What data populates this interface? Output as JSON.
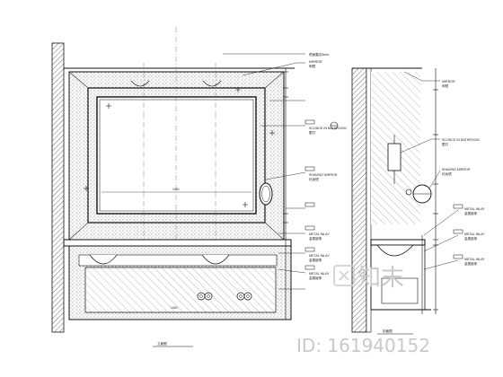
{
  "drawing": {
    "annotations_elevation": [
      "镜面磨边5mm",
      "MIRROR",
      "明镜",
      "SCONCE IN BATHROOM",
      "壁灯",
      "SHAVING MIRROR",
      "化妆镜",
      "METAL INLAY",
      "金属嵌条",
      "METAL INLAY",
      "金属嵌条",
      "METAL INLAY",
      "金属嵌条"
    ],
    "annotations_section": [
      "MIRROR",
      "明镜",
      "SCONCE IN BATHROOM",
      "壁灯",
      "SHAVING MIRROR",
      "化妆镜",
      "METAL INLAY",
      "金属嵌条",
      "METAL INLAY",
      "金属嵌条",
      "METAL INLAY",
      "金属嵌条"
    ],
    "dimension_mirror_width": "1400",
    "dimension_counter": "1400",
    "title_elevation": "立面图",
    "title_section": "剖面图"
  },
  "watermark": {
    "logo_text": "知末",
    "id_text": "ID: 161940152"
  }
}
